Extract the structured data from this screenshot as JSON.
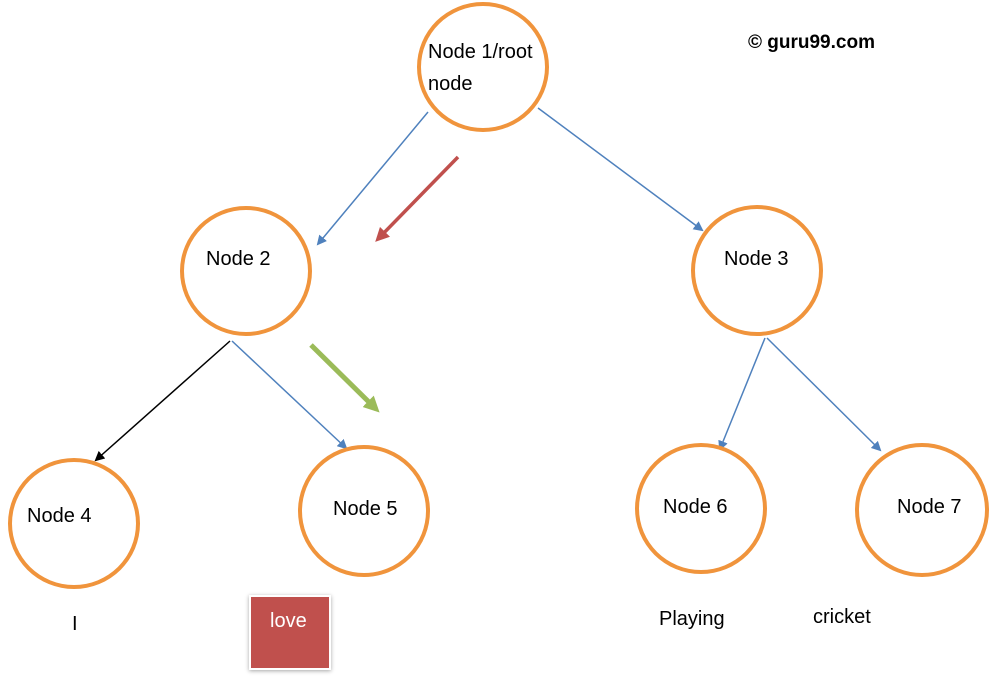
{
  "copyright": "© guru99.com",
  "nodes": {
    "root": {
      "line1": "Node 1/root",
      "line2": "node"
    },
    "n2": {
      "label": "Node 2"
    },
    "n3": {
      "label": "Node 3"
    },
    "n4": {
      "label": "Node 4"
    },
    "n5": {
      "label": "Node 5"
    },
    "n6": {
      "label": "Node 6"
    },
    "n7": {
      "label": "Node 7"
    }
  },
  "leaves": {
    "n4": "I",
    "n5": "love",
    "n6": "Playing",
    "n7": "cricket"
  },
  "colors": {
    "node_border": "#F0943C",
    "edge": "#4F81BD",
    "edge_highlight": "#000000",
    "arrow_red": "#C0504D",
    "arrow_green": "#9BBB59",
    "love_box": "#C0504D"
  }
}
